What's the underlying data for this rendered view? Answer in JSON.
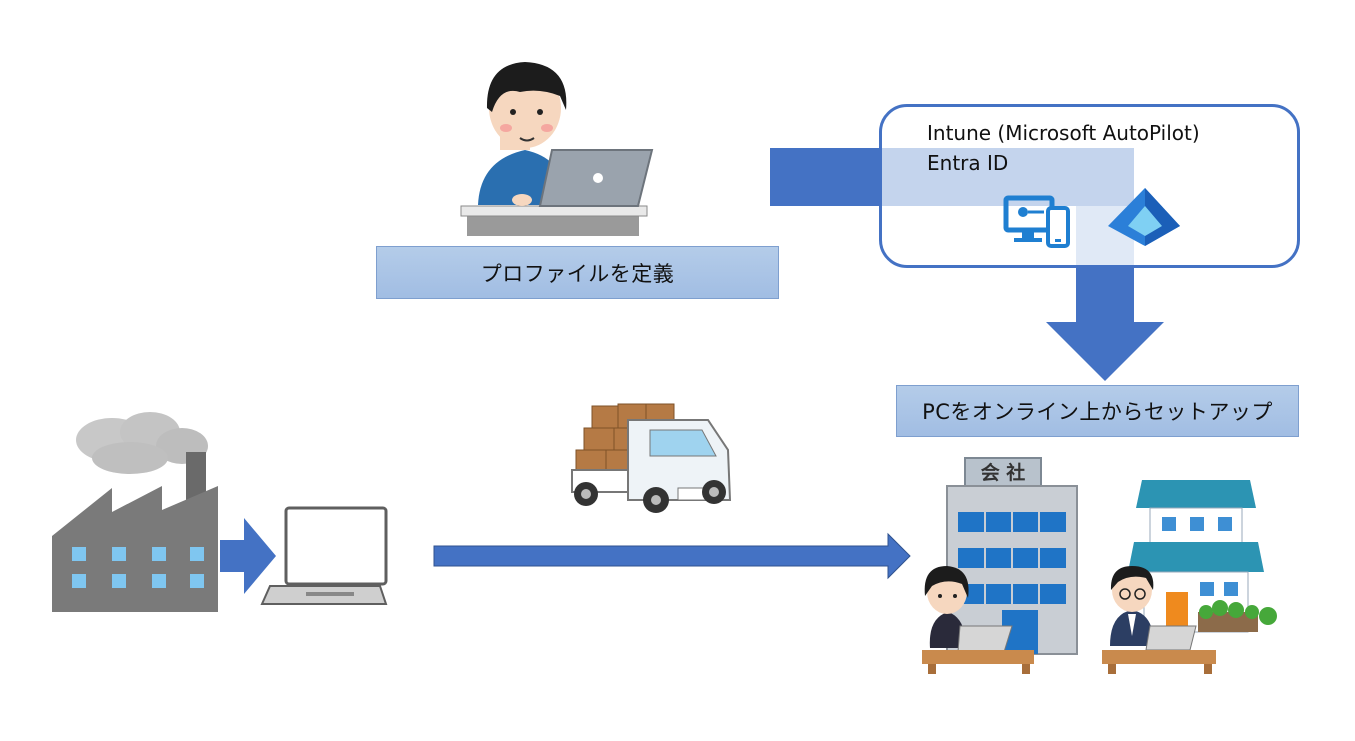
{
  "labels": {
    "define_profile": "プロファイルを定義",
    "online_setup": "PCをオンライン上からセットアップ"
  },
  "services": {
    "line1": "Intune (Microsoft AutoPilot)",
    "line2": "Entra ID"
  },
  "office_sign": "会 社",
  "colors": {
    "arrow": "#4472c4",
    "box_border": "#4472c4",
    "label_fill": "#a9c4e6"
  },
  "icons": [
    "admin-person-laptop-icon",
    "intune-device-icon",
    "entra-id-icon",
    "factory-icon",
    "laptop-icon",
    "delivery-truck-icon",
    "office-building-icon",
    "home-house-icon",
    "worker-woman-icon",
    "worker-man-icon"
  ]
}
